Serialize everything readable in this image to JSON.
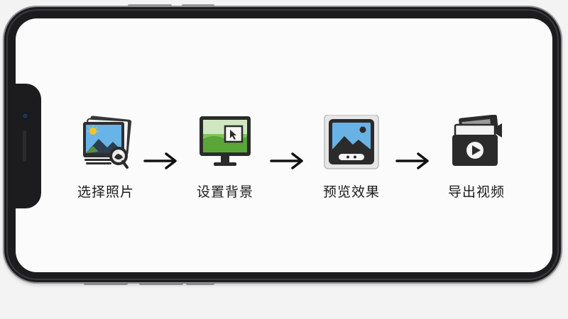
{
  "steps": [
    {
      "label": "选择照片",
      "icon": "photo-select-icon"
    },
    {
      "label": "设置背景",
      "icon": "monitor-background-icon"
    },
    {
      "label": "预览效果",
      "icon": "preview-image-icon"
    },
    {
      "label": "导出视频",
      "icon": "export-video-icon"
    }
  ],
  "arrows": [
    "arrow-right-icon",
    "arrow-right-icon",
    "arrow-right-icon"
  ],
  "colors": {
    "phone_body": "#1c1c1e",
    "screen_bg": "#fbfbfb",
    "icon_dark": "#2b2b2b",
    "sky_blue": "#5aa7e0",
    "grass_green": "#6cc24a",
    "sun_yellow": "#f3c623"
  }
}
